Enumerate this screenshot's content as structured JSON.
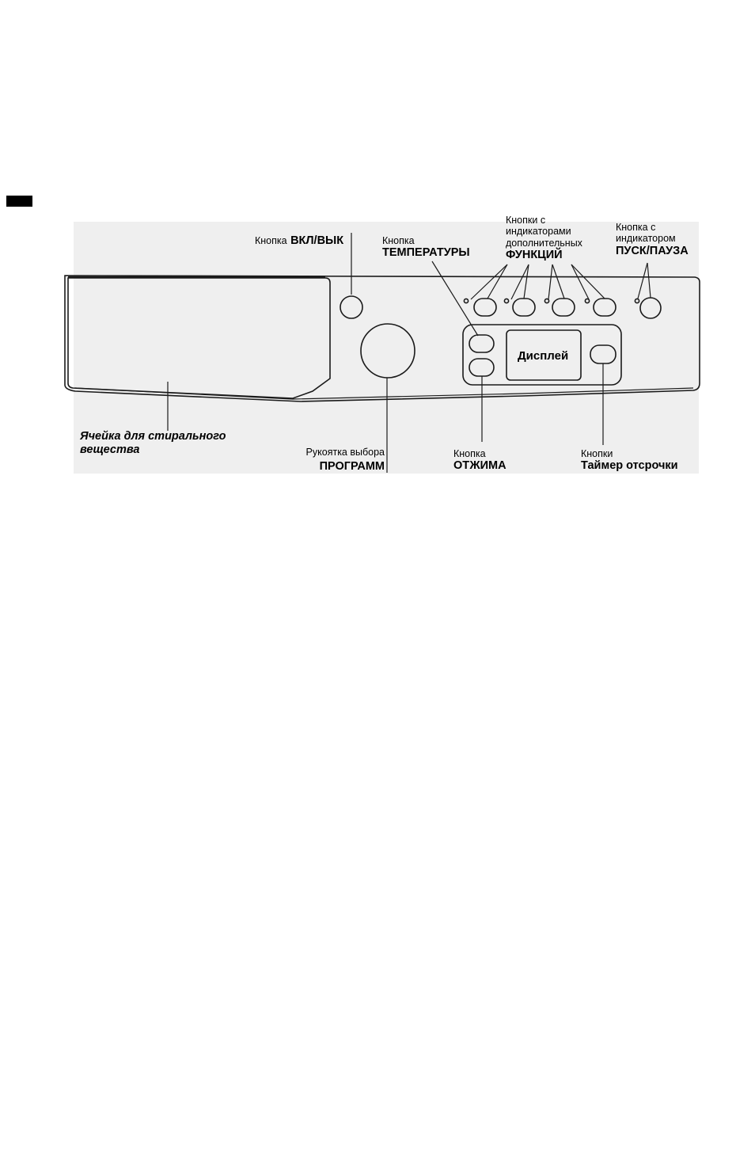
{
  "labels": {
    "power": {
      "prefix": "Кнопка",
      "name": "ВКЛ/ВЫК"
    },
    "temperature": {
      "prefix": "Кнопка",
      "name": "ТЕМПЕРАТУРЫ"
    },
    "functions": {
      "line1": "Кнопки с",
      "line2": "индикаторами",
      "line3": "дополнительных",
      "name": "ФУНКЦИЙ"
    },
    "start_pause": {
      "line1": "Кнопка с",
      "line2": "индикатором",
      "name": "ПУСК/ПАУЗА"
    },
    "detergent": {
      "line1": "Ячейка для стирального",
      "line2": "вещества"
    },
    "program": {
      "prefix": "Рукоятка выбора",
      "name": "ПРОГРАММ"
    },
    "spin": {
      "prefix": "Кнопка",
      "name": "ОТЖИМА"
    },
    "delay_timer": {
      "prefix": "Кнопки",
      "name": "Таймер отсрочки"
    },
    "display": "Дисплей"
  }
}
